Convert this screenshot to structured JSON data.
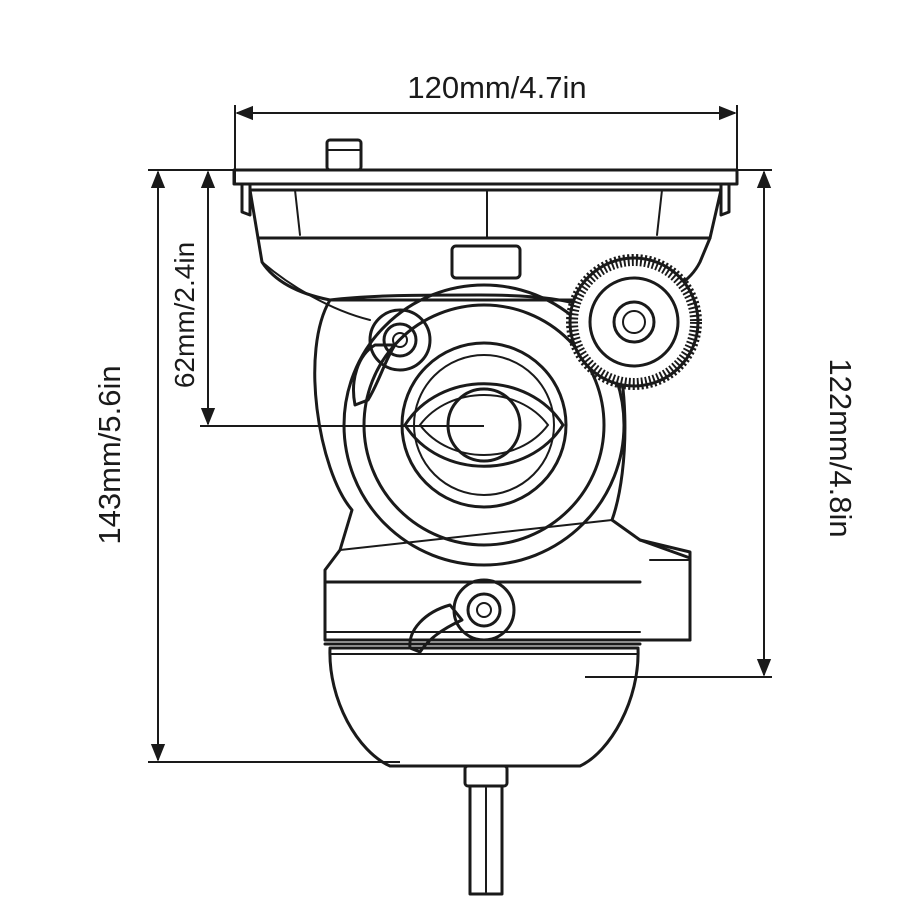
{
  "dimensions": {
    "top_width": "120mm/4.7in",
    "left_outer_height": "143mm/5.6in",
    "left_inner_height": "62mm/2.4in",
    "right_height": "122mm/4.8in"
  },
  "colors": {
    "line": "#1a1a1a",
    "background": "#ffffff"
  }
}
